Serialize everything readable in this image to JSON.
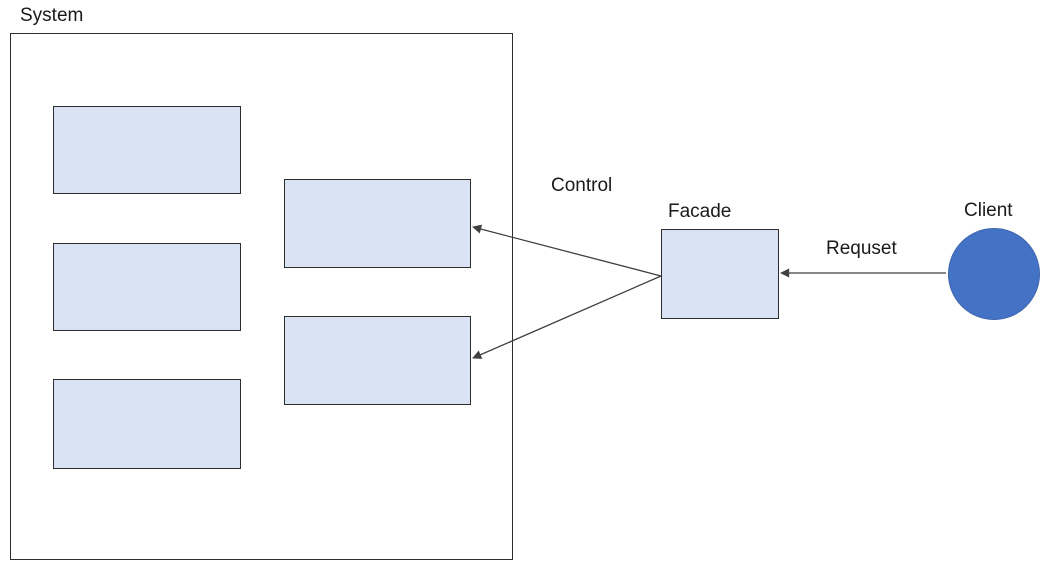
{
  "diagram": {
    "type": "facade-pattern-diagram",
    "system": {
      "label": "System",
      "subsystem_box_count": 5
    },
    "facade": {
      "label": "Facade"
    },
    "client": {
      "label": "Client"
    },
    "arrows": {
      "request_label": "Requset",
      "control_label": "Control"
    },
    "colors": {
      "background": "#ffffff",
      "box_fill": "#dae3f3",
      "box_border": "#2d2d2d",
      "client_fill": "#4472c4",
      "client_border": "#3a62ad",
      "arrow": "#404040",
      "text": "#1a1a1a"
    }
  }
}
